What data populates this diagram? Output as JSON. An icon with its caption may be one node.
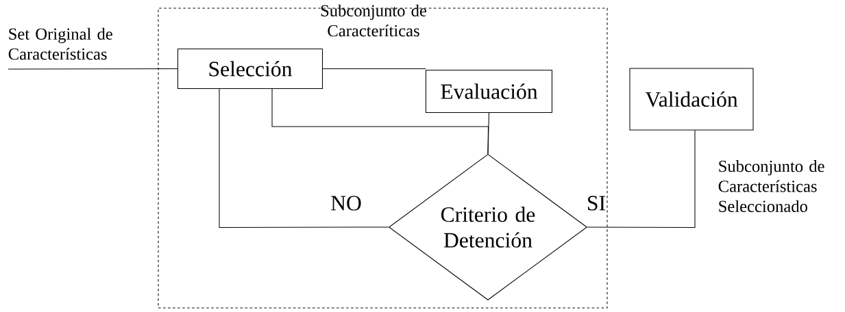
{
  "diagram": {
    "nodes": [
      {
        "text": [],
        "shape": "box"
      },
      {
        "text": [
          "Selección"
        ],
        "in": 0
      },
      {
        "text": [
          "Evaluación"
        ],
        "in": 0
      },
      {
        "text": [
          "Criterio de Detención"
        ],
        "in": 0
      },
      {
        "text": [
          "Validación"
        ]
      }
    ],
    "edges": [
      {
        "from": null,
        "to": 1,
        "arrow": "none",
        "label": "Set Original de Características"
      },
      {
        "from": 1,
        "to": 2,
        "arrow": "none",
        "label": "Subconjunto de Caracteríticas"
      },
      {
        "from": 2,
        "to": 3,
        "arrow": "none"
      },
      {
        "from": 1,
        "to": 3,
        "arrow": "none"
      },
      {
        "from": 3,
        "to": 1,
        "arrow": "none",
        "label": "NO"
      },
      {
        "from": 3,
        "to": 4,
        "arrow": "none",
        "label": "SI"
      }
    ],
    "labels": [
      "Subconjunto de Características Seleccionado"
    ]
  }
}
